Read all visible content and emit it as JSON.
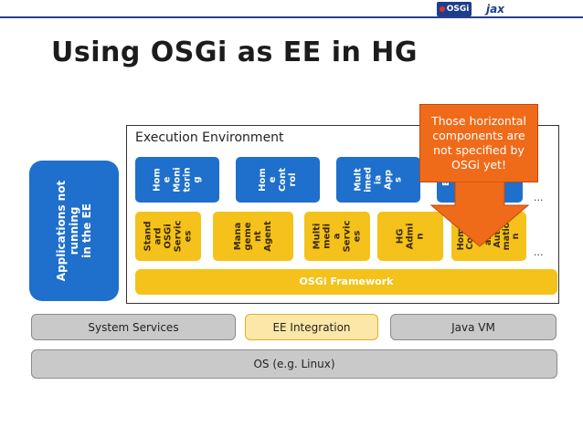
{
  "header": {
    "logo_left_text": "OSGi",
    "logo_right_text": "jax",
    "accent_color": "#27408b"
  },
  "title": "Using OSGi as EE in HG",
  "left_pill": {
    "line1": "Applications not",
    "line2": "running",
    "line3": "in the EE",
    "color": "#1f6fcc"
  },
  "ee": {
    "label": "Execution Environment",
    "top_row": [
      {
        "lines": [
          "Hom",
          "e",
          "Moni",
          "torin",
          "g"
        ]
      },
      {
        "lines": [
          "Hom",
          "e",
          "Cont",
          "rol"
        ]
      },
      {
        "lines": [
          "Mult",
          "imed",
          "ia",
          "App",
          "s"
        ]
      },
      {
        "lines": [
          "En",
          "g"
        ]
      }
    ],
    "middle_row": [
      {
        "lines": [
          "Stand",
          "ard",
          "OSGi",
          "Servic",
          "es"
        ]
      },
      {
        "lines": [
          "Mana",
          "geme",
          "nt",
          "Agent"
        ]
      },
      {
        "lines": [
          "Multi",
          "medi",
          "a",
          "Servic",
          "es"
        ]
      },
      {
        "lines": [
          "HG",
          "Admi",
          "n"
        ]
      },
      {
        "lines": [
          "Home",
          "Contr",
          "ol",
          "and",
          "Auto",
          "matio",
          "n"
        ]
      }
    ],
    "ellipsis": "...",
    "framework": "OSGi Framework",
    "blue": "#1f6fcc",
    "yellow": "#f4c21a"
  },
  "callout": {
    "text_lines": [
      "Those horizontal",
      "components are",
      "not specified by",
      "OSGi yet!"
    ],
    "color": "#ef6b1a"
  },
  "bottom": {
    "system_services": "System Services",
    "ee_integration": "EE Integration",
    "java_vm": "Java VM",
    "os": "OS (e.g. Linux)"
  }
}
